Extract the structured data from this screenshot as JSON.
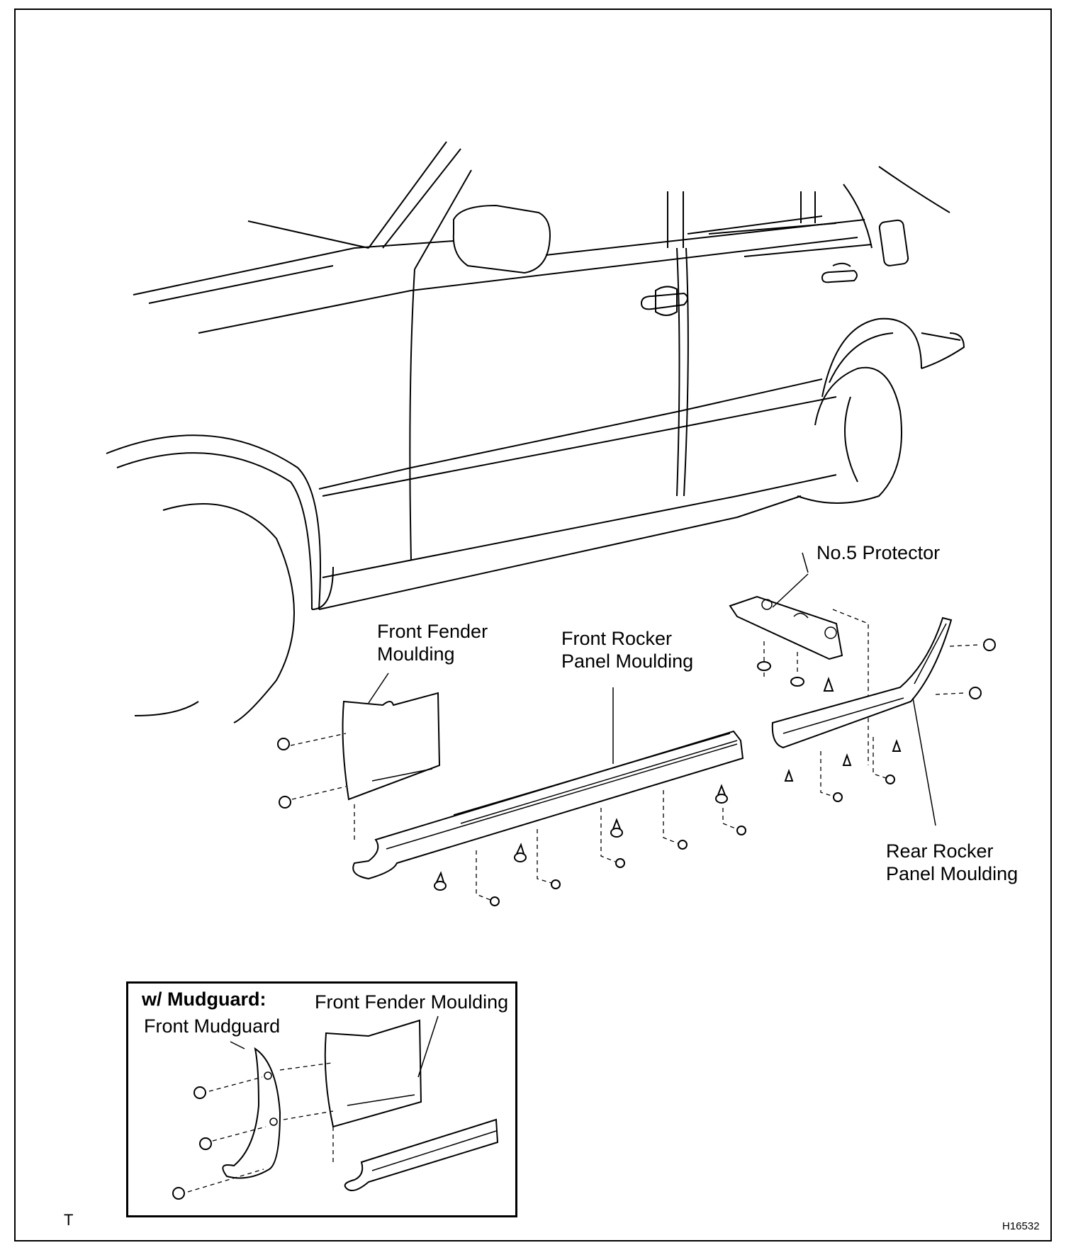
{
  "labels": {
    "no5_protector": "No.5 Protector",
    "front_fender_moulding_l1": "Front Fender",
    "front_fender_moulding_l2": "Moulding",
    "front_rocker_l1": "Front Rocker",
    "front_rocker_l2": "Panel Moulding",
    "rear_rocker_l1": "Rear Rocker",
    "rear_rocker_l2": "Panel Moulding"
  },
  "inset": {
    "title": "w/ Mudguard:",
    "front_fender_moulding": "Front Fender Moulding",
    "front_mudguard": "Front Mudguard"
  },
  "footer": {
    "corner_mark": "T",
    "figure_id": "H16532"
  }
}
